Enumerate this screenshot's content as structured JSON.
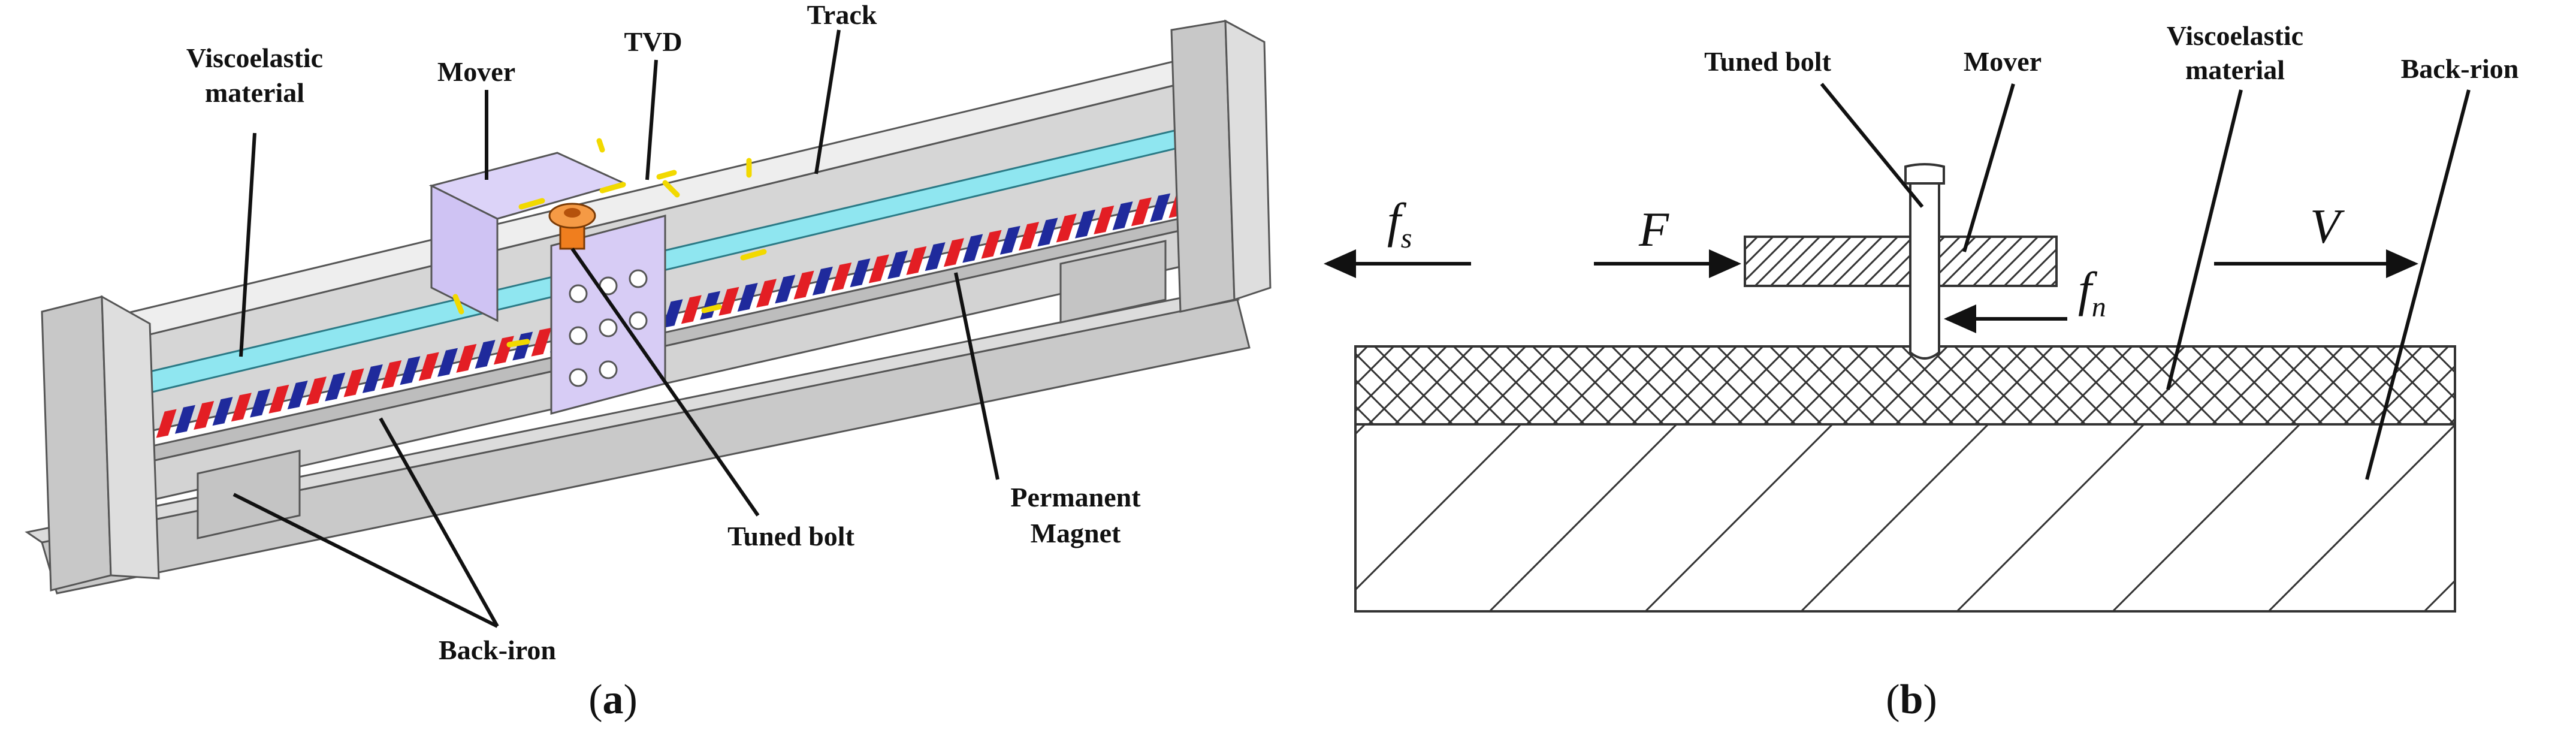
{
  "panel_a": {
    "caption": "a",
    "labels": {
      "viscoelastic_line1": "Viscoelastic",
      "viscoelastic_line2": "material",
      "mover": "Mover",
      "tvd": "TVD",
      "track": "Track",
      "tuned_bolt": "Tuned bolt",
      "permanent_line1": "Permanent",
      "permanent_line2": "Magnet",
      "back_iron": "Back-iron"
    }
  },
  "panel_b": {
    "caption": "b",
    "labels": {
      "tuned_bolt": "Tuned bolt",
      "mover": "Mover",
      "viscoelastic_line1": "Viscoelastic",
      "viscoelastic_line2": "material",
      "back_rion": "Back-rion"
    },
    "symbols": {
      "fs_main": "f",
      "fs_sub": "s",
      "F": "F",
      "fn_main": "f",
      "fn_sub": "n",
      "V": "V"
    }
  },
  "colors": {
    "frame_gray": "#cfcfcf",
    "viscoelastic_cyan": "#8fe6f0",
    "magnet_red": "#e31e24",
    "magnet_blue": "#1f2a9c",
    "mover_lavender": "#cfc3f3",
    "bolt_orange": "#f07e1e",
    "tvd_yellow": "#f2d900"
  }
}
